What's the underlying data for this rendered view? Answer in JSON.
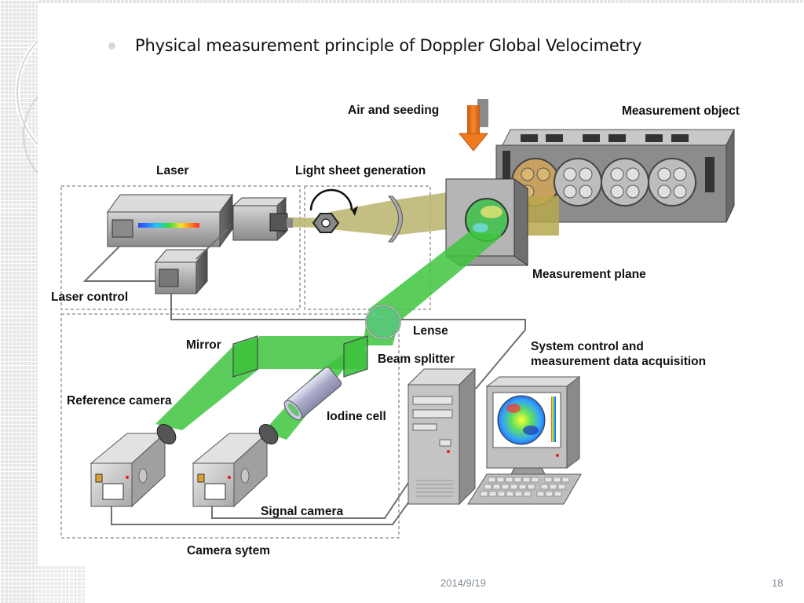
{
  "slide": {
    "title": "Physical measurement principle of Doppler Global Velocimetry",
    "footer_date": "2014/9/19",
    "page_number": "18"
  },
  "diagram": {
    "labels": {
      "air_seeding": "Air and seeding",
      "measurement_object": "Measurement object",
      "laser": "Laser",
      "light_sheet": "Light sheet generation",
      "laser_control": "Laser control",
      "measurement_plane": "Measurement plane",
      "lense": "Lense",
      "mirror": "Mirror",
      "beam_splitter": "Beam splitter",
      "system_control_1": "System control and",
      "system_control_2": "measurement data acquisition",
      "reference_camera": "Reference camera",
      "iodine_cell": "Iodine cell",
      "signal_camera": "Signal camera",
      "camera_system": "Camera sytem"
    },
    "colors": {
      "beam": "#3ec43e",
      "arrow": "#f07a1e",
      "device": "#9a9a9a"
    }
  }
}
